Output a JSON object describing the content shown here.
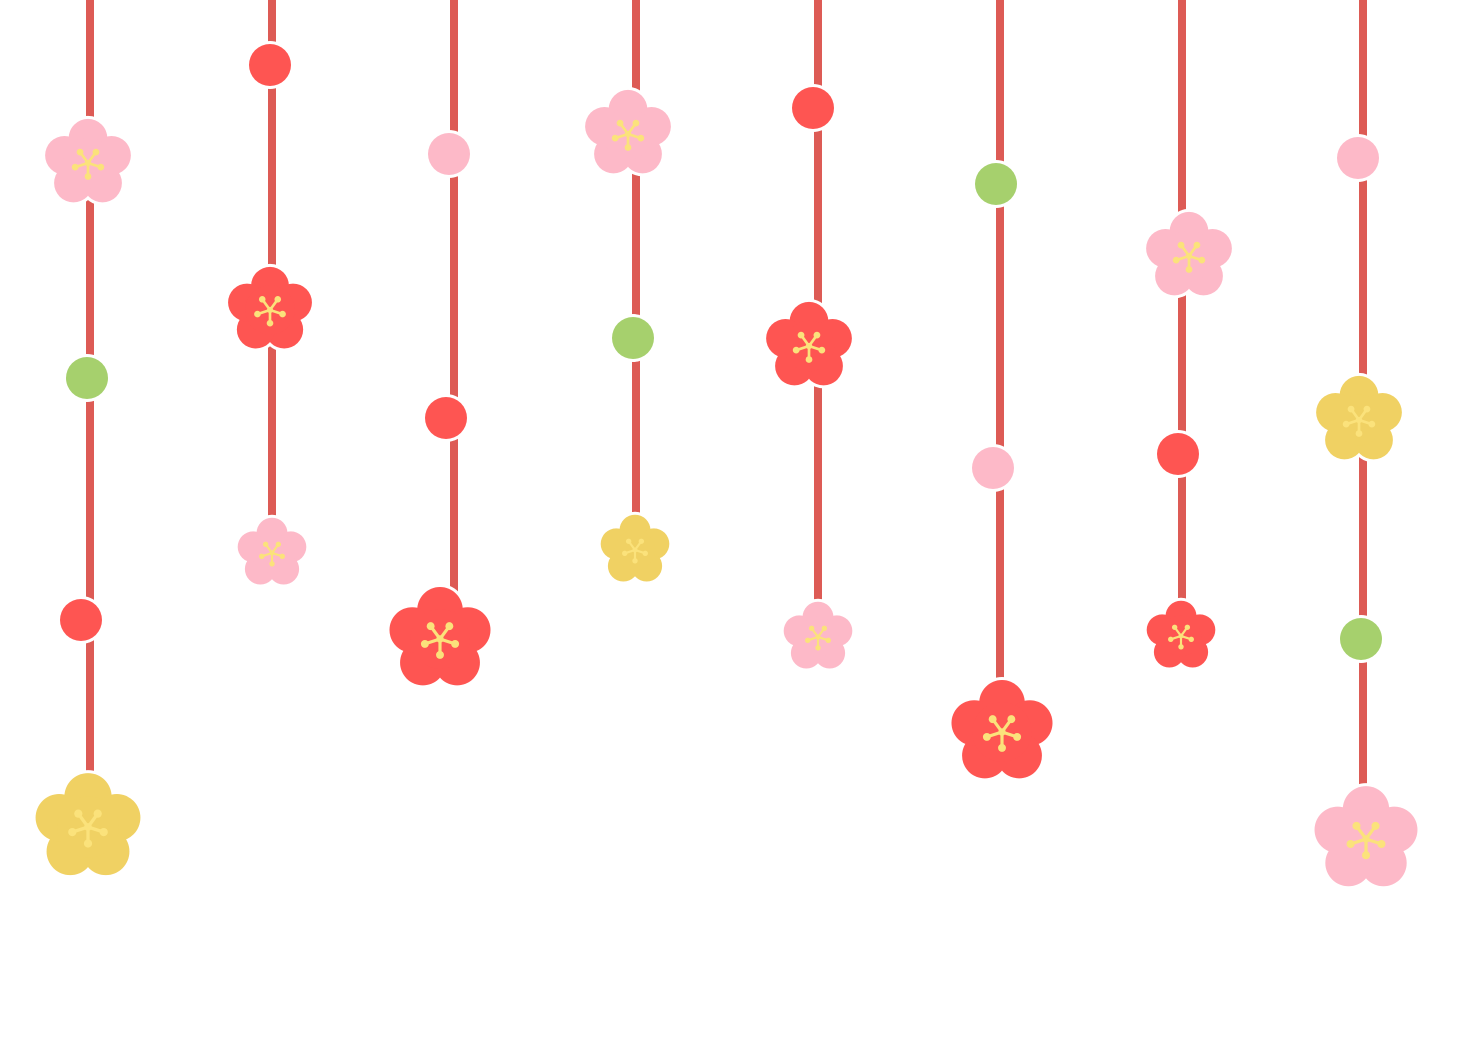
{
  "palette": {
    "string": "#dd5b55",
    "red": "#fe5552",
    "pink": "#fdb9c8",
    "yellow": "#f0d163",
    "green": "#a6d06d",
    "center": "#fbe27b",
    "outline": "#ffffff",
    "background": "#ffffff"
  },
  "strands": [
    {
      "name": "strand-1",
      "ornaments": [
        {
          "kind": "flower",
          "color": "pink"
        },
        {
          "kind": "bead",
          "color": "green"
        },
        {
          "kind": "bead",
          "color": "red"
        },
        {
          "kind": "flower",
          "color": "yellow"
        }
      ]
    },
    {
      "name": "strand-2",
      "ornaments": [
        {
          "kind": "bead",
          "color": "red"
        },
        {
          "kind": "flower",
          "color": "red"
        },
        {
          "kind": "flower",
          "color": "pink"
        }
      ]
    },
    {
      "name": "strand-3",
      "ornaments": [
        {
          "kind": "bead",
          "color": "pink"
        },
        {
          "kind": "bead",
          "color": "red"
        },
        {
          "kind": "flower",
          "color": "red"
        }
      ]
    },
    {
      "name": "strand-4",
      "ornaments": [
        {
          "kind": "flower",
          "color": "pink"
        },
        {
          "kind": "bead",
          "color": "green"
        },
        {
          "kind": "flower",
          "color": "yellow"
        }
      ]
    },
    {
      "name": "strand-5",
      "ornaments": [
        {
          "kind": "bead",
          "color": "red"
        },
        {
          "kind": "flower",
          "color": "red"
        },
        {
          "kind": "flower",
          "color": "pink"
        }
      ]
    },
    {
      "name": "strand-6",
      "ornaments": [
        {
          "kind": "bead",
          "color": "green"
        },
        {
          "kind": "bead",
          "color": "pink"
        },
        {
          "kind": "flower",
          "color": "red"
        }
      ]
    },
    {
      "name": "strand-7",
      "ornaments": [
        {
          "kind": "flower",
          "color": "pink"
        },
        {
          "kind": "bead",
          "color": "red"
        },
        {
          "kind": "flower",
          "color": "red"
        }
      ]
    },
    {
      "name": "strand-8",
      "ornaments": [
        {
          "kind": "bead",
          "color": "pink"
        },
        {
          "kind": "flower",
          "color": "yellow"
        },
        {
          "kind": "bead",
          "color": "green"
        },
        {
          "kind": "flower",
          "color": "pink"
        }
      ]
    }
  ]
}
